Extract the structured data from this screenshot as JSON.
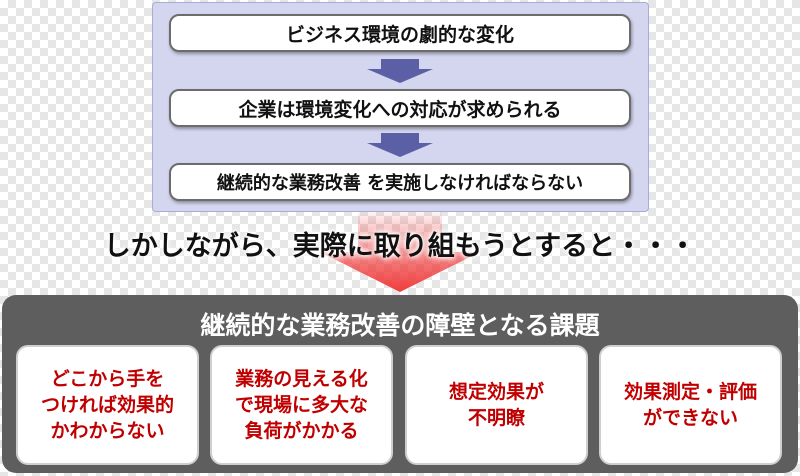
{
  "flow": {
    "steps": [
      "ビジネス環境の劇的な変化",
      "企業は環境変化への対応が求められる",
      "継続的な業務改善 を実施しなければならない"
    ]
  },
  "transition": {
    "text": "しかしながら、実際に取り組もうとすると・・・"
  },
  "barriers": {
    "title": "継続的な業務改善の障壁となる課題",
    "items": [
      "どこから手を\nつければ効果的\nかわからない",
      "業務の見える化\nで現場に多大な\n負荷がかかる",
      "想定効果が\n不明瞭",
      "効果測定・評価\nができない"
    ]
  },
  "colors": {
    "top_panel": "#d4d6f0",
    "small_arrow": "#5a5fa6",
    "big_arrow": "#f03c3c",
    "bottom_panel": "#5e5e5e",
    "issue_text": "#c00000"
  }
}
